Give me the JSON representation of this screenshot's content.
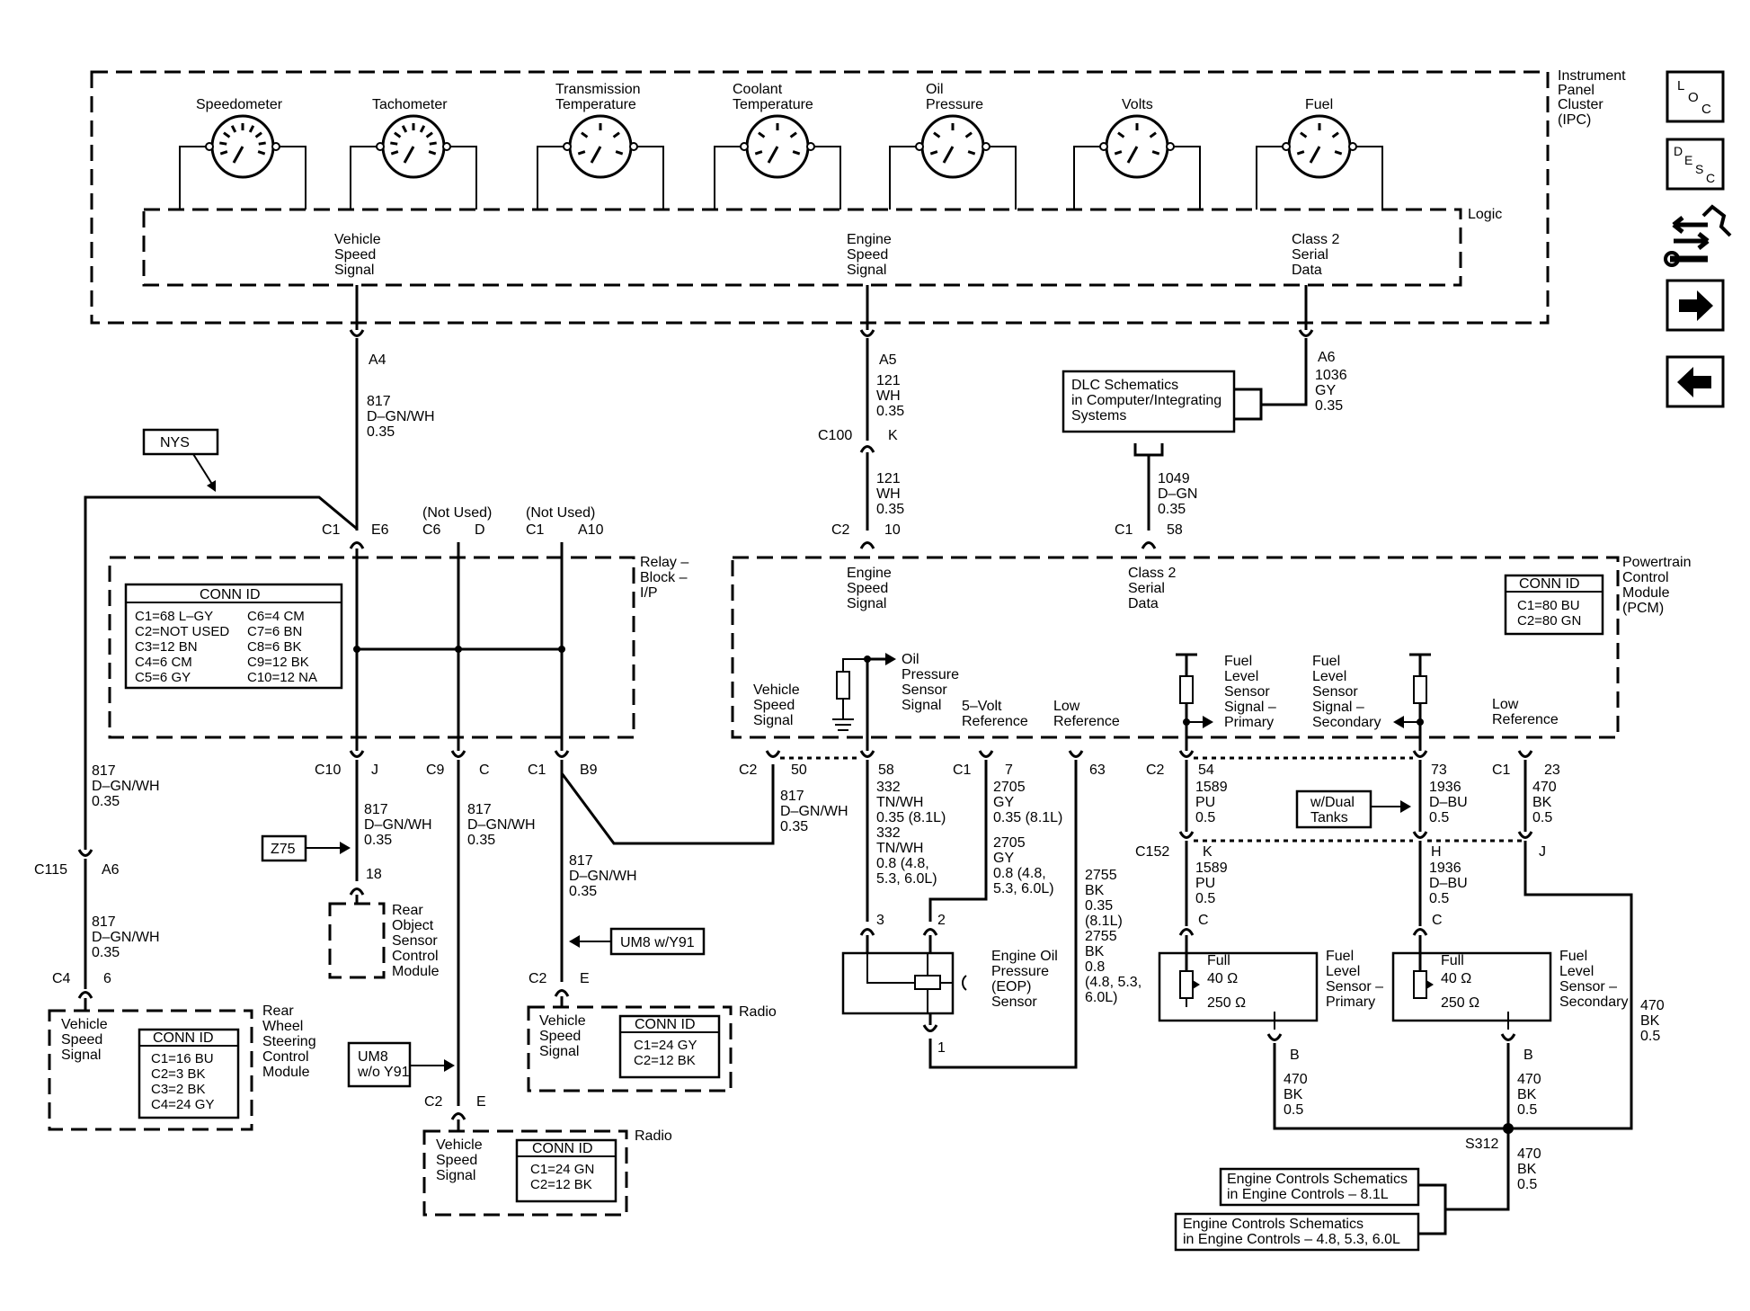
{
  "ipc": {
    "title": [
      "Instrument",
      "Panel",
      "Cluster",
      "(IPC)"
    ],
    "logic": "Logic",
    "gauges": [
      {
        "id": "speedometer",
        "label": [
          "Speedometer"
        ]
      },
      {
        "id": "tachometer",
        "label": [
          "Tachometer"
        ]
      },
      {
        "id": "transmission-temperature",
        "label": [
          "Transmission",
          "Temperature"
        ]
      },
      {
        "id": "coolant-temperature",
        "label": [
          "Coolant",
          "Temperature"
        ]
      },
      {
        "id": "oil-pressure",
        "label": [
          "Oil",
          "Pressure"
        ]
      },
      {
        "id": "volts",
        "label": [
          "Volts"
        ]
      },
      {
        "id": "fuel",
        "label": [
          "Fuel"
        ]
      }
    ],
    "signals": {
      "vss": [
        "Vehicle",
        "Speed",
        "Signal"
      ],
      "ess": [
        "Engine",
        "Speed",
        "Signal"
      ],
      "csd": [
        "Class 2",
        "Serial",
        "Data"
      ]
    }
  },
  "side_buttons": [
    {
      "id": "loc",
      "glyph": [
        "L",
        "O",
        "C"
      ]
    },
    {
      "id": "desc",
      "glyph": [
        "D",
        "E",
        "S",
        "C"
      ]
    },
    {
      "id": "component-view",
      "glyph": []
    },
    {
      "id": "next",
      "glyph": []
    },
    {
      "id": "previous",
      "glyph": []
    }
  ],
  "wires": {
    "a4": "A4",
    "w817_top": [
      "817",
      "D–GN/WH",
      "0.35"
    ],
    "a5": "A5",
    "w121_top": [
      "121",
      "WH",
      "0.35"
    ],
    "c100": "C100",
    "k": "K",
    "w121_bot": [
      "121",
      "WH",
      "0.35"
    ],
    "a6": "A6",
    "w1036": [
      "1036",
      "GY",
      "0.35"
    ],
    "dlc": [
      "DLC Schematics",
      "in Computer/Integrating",
      "Systems"
    ],
    "w1049": [
      "1049",
      "D–GN",
      "0.35"
    ],
    "nys": "NYS",
    "c1": "C1",
    "e6": "E6",
    "not_used": "(Not Used)",
    "c6": "C6",
    "d": "D",
    "a10": "A10",
    "c2": "C2",
    "pin10": "10",
    "pin58": "58",
    "relay_block": [
      "Relay –",
      "Block –",
      "I/P"
    ],
    "conn_id": "CONN ID",
    "relay_conn_left": [
      "C1=68 L–GY",
      "C2=NOT USED",
      "C3=12 BN",
      "C4=6 CM",
      "C5=6 GY"
    ],
    "relay_conn_right": [
      "C6=4 CM",
      "C7=6 BN",
      "C8=6 BK",
      "C9=12 BK",
      "C10=12 NA"
    ],
    "w817_left": [
      "817",
      "D–GN/WH",
      "0.35"
    ],
    "c115": "C115",
    "a6b": "A6",
    "w817_left2": [
      "817",
      "D–GN/WH",
      "0.35"
    ],
    "c4": "C4",
    "pin6": "6",
    "vss_label": [
      "Vehicle",
      "Speed",
      "Signal"
    ],
    "rwsc_conn": [
      "C1=16 BU",
      "C2=3 BK",
      "C3=2 BK",
      "C4=24 GY"
    ],
    "rwsc": [
      "Rear",
      "Wheel",
      "Steering",
      "Control",
      "Module"
    ],
    "c10": "C10",
    "j": "J",
    "c9": "C9",
    "c": "C",
    "b9": "B9",
    "w817_a": [
      "817",
      "D–GN/WH",
      "0.35"
    ],
    "w817_b": [
      "817",
      "D–GN/WH",
      "0.35"
    ],
    "w817_c": [
      "817",
      "D–GN/WH",
      "0.35"
    ],
    "w817_d": [
      "817",
      "D–GN/WH",
      "0.35"
    ],
    "z75": "Z75",
    "pin18": "18",
    "rosc": [
      "Rear",
      "Object",
      "Sensor",
      "Control",
      "Module"
    ],
    "um8_y91": "UM8 w/Y91",
    "um8_wo": [
      "UM8",
      "w/o Y91"
    ],
    "e": "E",
    "radio": "Radio",
    "radio1_conn": [
      "C1=24 GY",
      "C2=12 BK"
    ],
    "radio2_conn": [
      "C1=24 GN",
      "C2=12 BK"
    ],
    "pcm": [
      "Powertrain",
      "Control",
      "Module",
      "(PCM)"
    ],
    "pcm_conn": [
      "C1=80 BU",
      "C2=80 GN"
    ],
    "oil_sensor_signal": [
      "Oil",
      "Pressure",
      "Sensor",
      "Signal"
    ],
    "five_volt": [
      "5–Volt",
      "Reference"
    ],
    "low_ref": [
      "Low",
      "Reference"
    ],
    "fuel_primary": [
      "Fuel",
      "Level",
      "Sensor",
      "Signal –",
      "Primary"
    ],
    "fuel_secondary": [
      "Fuel",
      "Level",
      "Sensor",
      "Signal –",
      "Secondary"
    ],
    "low_ref2": [
      "Low",
      "Reference"
    ],
    "pin50": "50",
    "pin58b": "58",
    "pin7": "7",
    "pin63": "63",
    "pin54": "54",
    "pin73": "73",
    "pin23": "23",
    "w332": [
      "332",
      "TN/WH",
      "0.35 (8.1L)",
      "332",
      "TN/WH",
      "0.8 (4.8,",
      "5.3, 6.0L)"
    ],
    "w2705": [
      "2705",
      "GY",
      "0.35 (8.1L)",
      "2705",
      "GY",
      "0.8 (4.8,",
      "5.3, 6.0L)"
    ],
    "w2755": [
      "2755",
      "BK",
      "0.35",
      "(8.1L)",
      "2755",
      "BK",
      "0.8",
      "(4.8, 5.3,",
      "6.0L)"
    ],
    "pin3": "3",
    "pin2": "2",
    "pin1": "1",
    "eop": [
      "Engine Oil",
      "Pressure",
      "(EOP)",
      "Sensor"
    ],
    "w1589_a": [
      "1589",
      "PU",
      "0.5"
    ],
    "w1936_a": [
      "1936",
      "D–BU",
      "0.5"
    ],
    "w470_a": [
      "470",
      "BK",
      "0.5"
    ],
    "dual_tanks": [
      "w/Dual",
      "Tanks"
    ],
    "c152": "C152",
    "h": "H",
    "w1589_b": [
      "1589",
      "PU",
      "0.5"
    ],
    "w1936_b": [
      "1936",
      "D–BU",
      "0.5"
    ],
    "full": "Full",
    "r40": "40 Ω",
    "r250": "250 Ω",
    "fls_primary": [
      "Fuel",
      "Level",
      "Sensor –",
      "Primary"
    ],
    "fls_secondary": [
      "Fuel",
      "Level",
      "Sensor –",
      "Secondary"
    ],
    "b": "B",
    "w470_b": [
      "470",
      "BK",
      "0.5"
    ],
    "w470_c": [
      "470",
      "BK",
      "0.5"
    ],
    "w470_d": [
      "470",
      "BK",
      "0.5"
    ],
    "w470_e": [
      "470",
      "BK",
      "0.5"
    ],
    "s312": "S312",
    "ecs_81": [
      "Engine Controls Schematics",
      "in Engine Controls – 8.1L"
    ],
    "ecs_48": [
      "Engine Controls Schematics",
      "in Engine Controls – 4.8, 5.3, 6.0L"
    ]
  }
}
